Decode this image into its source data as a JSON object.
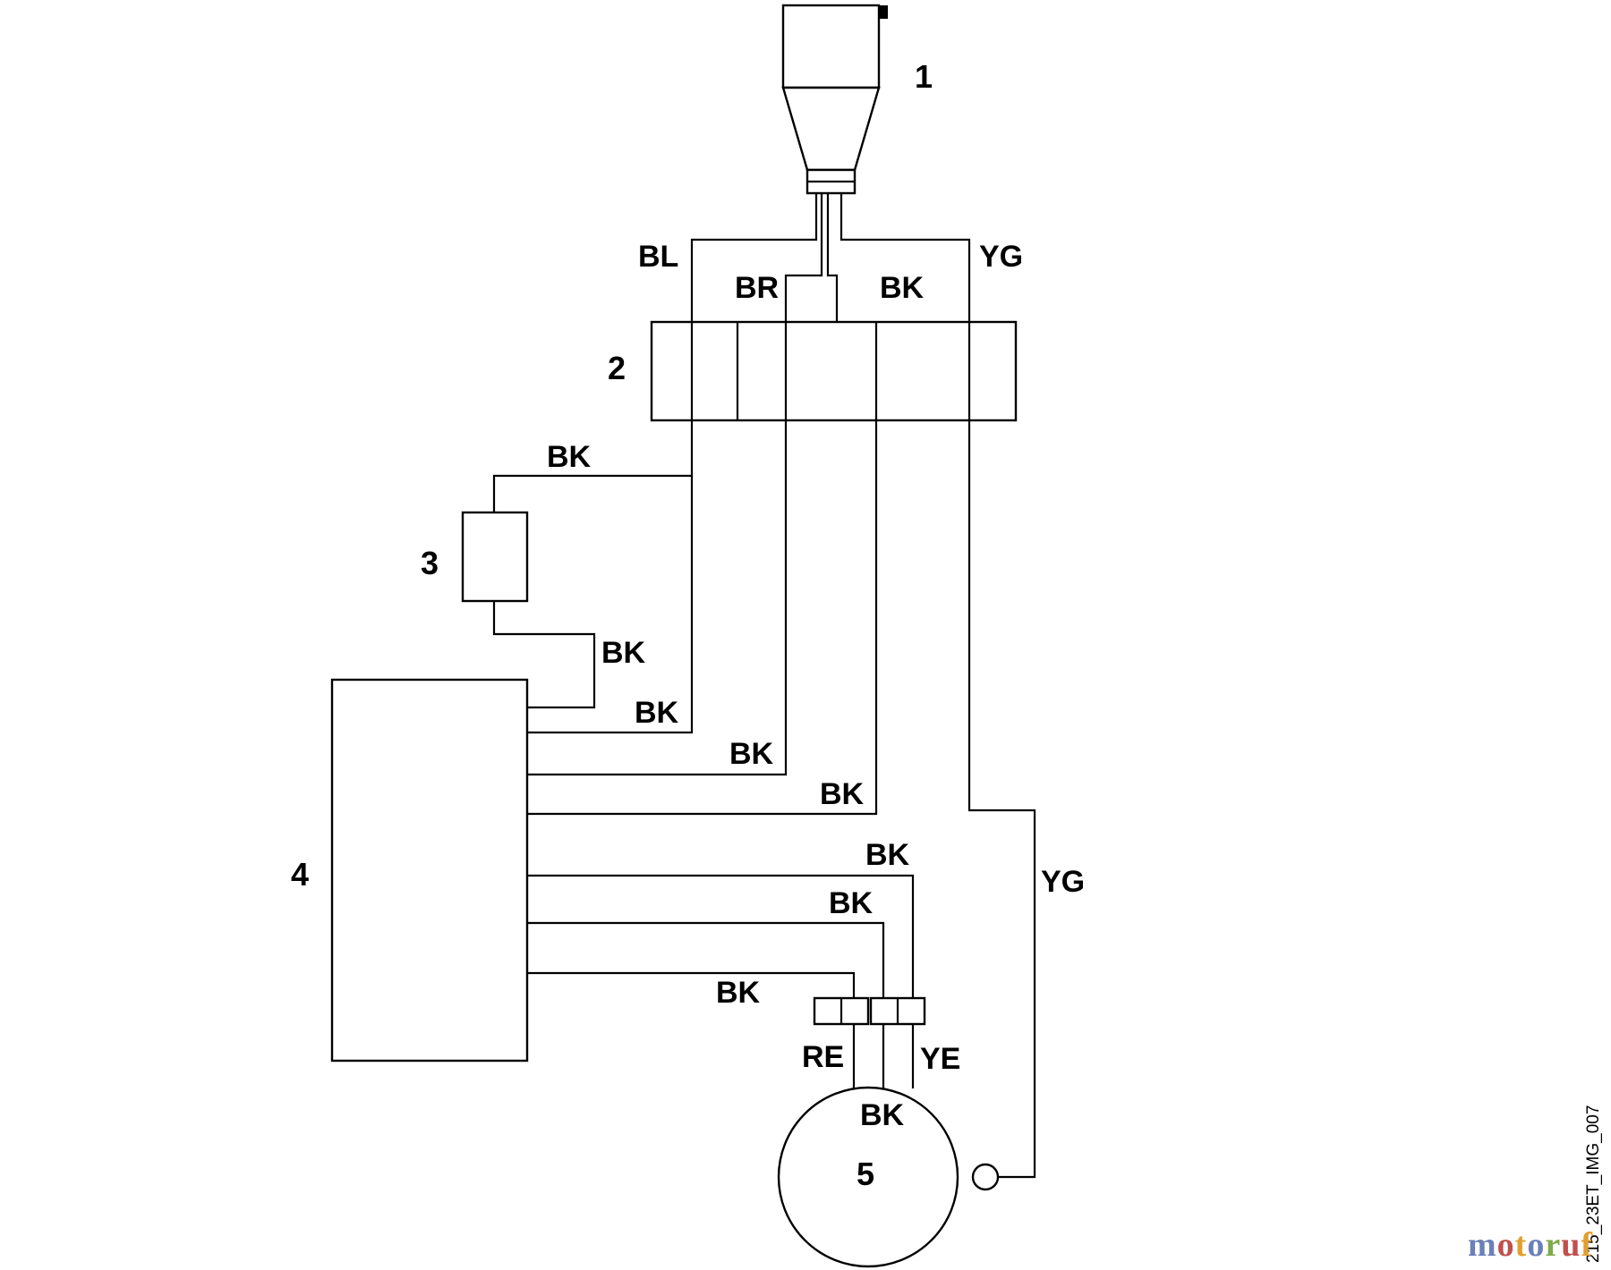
{
  "components": {
    "plug": "1",
    "switch": "2",
    "capacitor": "3",
    "controller": "4",
    "motor": "5"
  },
  "wire_labels": {
    "bl_top": "BL",
    "br_top": "BR",
    "bk_top": "BK",
    "yg_top": "YG",
    "bk_cap_top": "BK",
    "bk_cap_bottom": "BK",
    "bk_ctrl_1": "BK",
    "bk_ctrl_2": "BK",
    "bk_ctrl_3": "BK",
    "bk_ctrl_4": "BK",
    "bk_ctrl_5": "BK",
    "bk_ctrl_6": "BK",
    "yg_ground": "YG",
    "re_motor": "RE",
    "ye_motor": "YE",
    "bk_motor": "BK"
  },
  "image_code": "215_23ET_IMG_007",
  "logo": [
    "m",
    "o",
    "t",
    "o",
    "r",
    "u",
    "f"
  ]
}
